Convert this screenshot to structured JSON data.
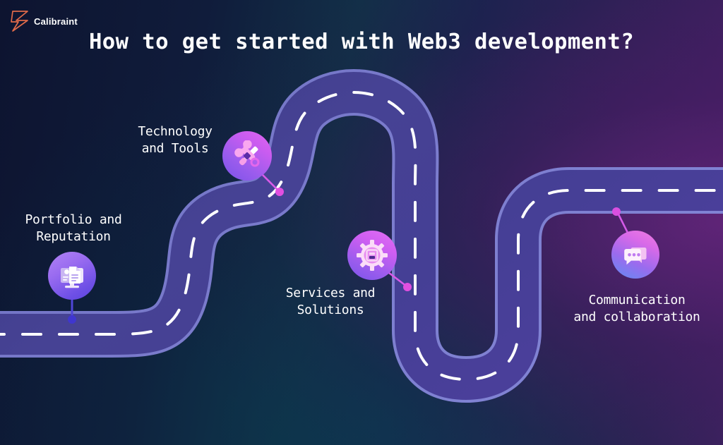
{
  "brand": {
    "name": "Calibraint",
    "logo_icon": "calibraint-lightning-z-logo",
    "logo_color": "#e06a4a"
  },
  "header": {
    "title": "How to get started with Web3 development?"
  },
  "theme": {
    "background_left": "#0d1430",
    "background_mid": "#123048",
    "background_right": "#4b2069",
    "road_fill": "#433f94",
    "road_edge": "#7578c9",
    "road_dash": "#ffffff",
    "text_color": "#ffffff"
  },
  "roadmap": {
    "steps": [
      {
        "id": "portfolio",
        "label_line1": "Portfolio and",
        "label_line2": "Reputation",
        "icon": "desktop-document-icon",
        "connector_color": "#4f46d8",
        "circle_gradient_from": "#b183f5",
        "circle_gradient_to": "#5b44dd"
      },
      {
        "id": "technology",
        "label_line1": "Technology",
        "label_line2": "and Tools",
        "icon": "wrench-screwdriver-tools-icon",
        "connector_color": "#e05ae0",
        "circle_gradient_from": "#e266f0",
        "circle_gradient_to": "#7a52e8"
      },
      {
        "id": "services",
        "label_line1": "Services and",
        "label_line2": "Solutions",
        "icon": "gear-server-icon",
        "connector_color": "#e05ae0",
        "circle_gradient_from": "#e36ff2",
        "circle_gradient_to": "#7b54e9"
      },
      {
        "id": "communication",
        "label_line1": "Communication",
        "label_line2": "and collaboration",
        "icon": "chat-bubbles-icon",
        "connector_color": "#d45ae8",
        "circle_gradient_from": "#f07de0",
        "circle_gradient_to": "#5f8df2"
      }
    ]
  }
}
